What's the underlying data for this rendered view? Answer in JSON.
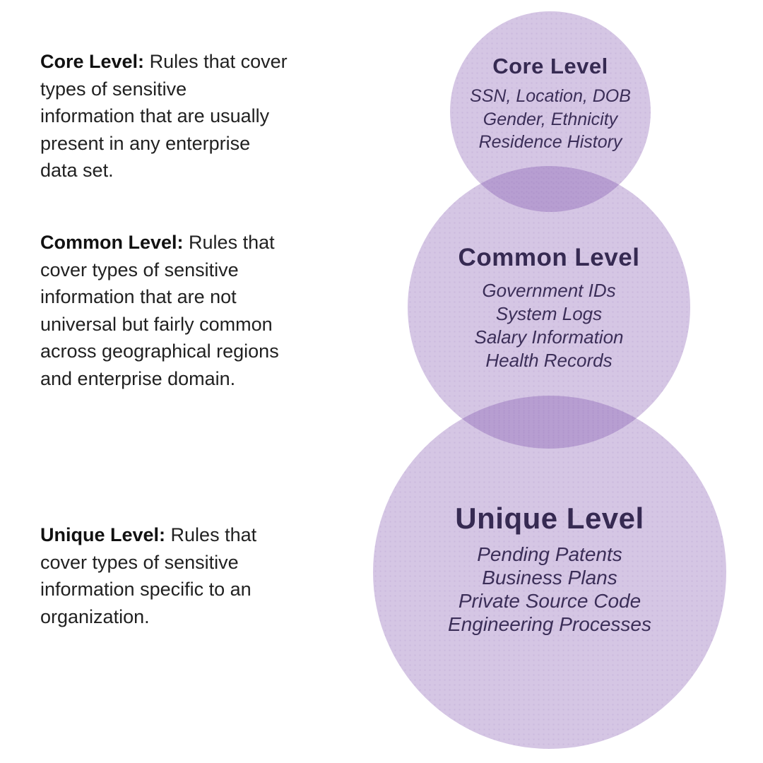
{
  "colors": {
    "background": "#ffffff",
    "circle_fill_rgba": "rgba(115,65,165,0.30)",
    "circle_fill_single_hex": "#d5c6e4",
    "circle_overlap_hex": "#b8a0d0",
    "title_text": "#362a52",
    "body_text": "#212121"
  },
  "left_column": {
    "blocks": [
      {
        "label": "Core Level:",
        "text": "Rules that cover types of sensitive information that are usually present in any enterprise data set.",
        "lines": [
          "Rules that cover",
          "types of sensitive",
          "information that are usually",
          "present in any enterprise",
          "data set."
        ]
      },
      {
        "label": "Common Level:",
        "text": "Rules that cover types of sensitive information that are not universal but fairly common across geographical regions and enterprise domain.",
        "lines": [
          "Rules that",
          "cover types of sensitive",
          "information that are not",
          "universal but fairly common",
          "across geographical regions",
          "and enterprise domain."
        ]
      },
      {
        "label": "Unique Level:",
        "text": "Rules that cover types of sensitive information specific to an organization.",
        "lines": [
          "Rules that",
          "cover types of sensitive",
          "information specific to an",
          "organization."
        ]
      }
    ]
  },
  "diagram": {
    "circles": [
      {
        "id": "core",
        "title": "Core Level",
        "items": [
          "SSN, Location, DOB",
          "Gender, Ethnicity",
          "Residence History"
        ]
      },
      {
        "id": "common",
        "title": "Common Level",
        "items": [
          "Government IDs",
          "System Logs",
          "Salary Information",
          "Health Records"
        ]
      },
      {
        "id": "unique",
        "title": "Unique Level",
        "items": [
          "Pending Patents",
          "Business Plans",
          "Private Source Code",
          "Engineering Processes"
        ]
      }
    ]
  }
}
